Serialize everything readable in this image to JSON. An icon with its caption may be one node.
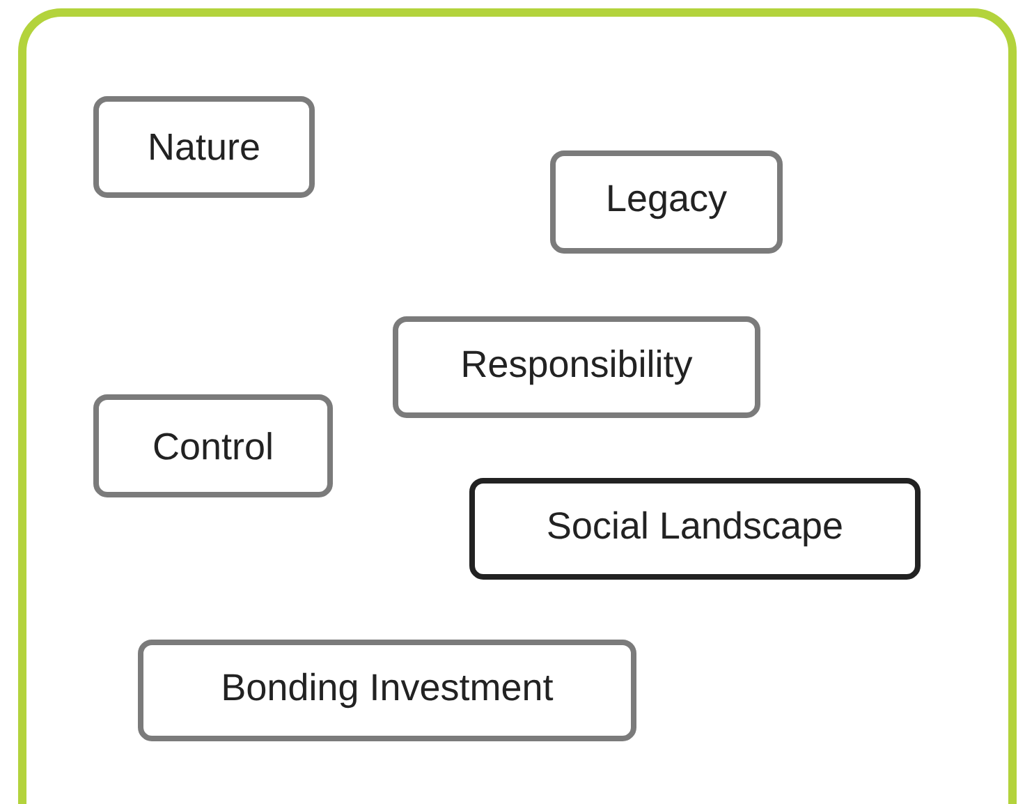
{
  "diagram": {
    "nodes": [
      {
        "text": [
          "Nature"
        ]
      },
      {
        "text": [
          "Legacy"
        ]
      },
      {
        "text": [
          "Responsibility"
        ]
      },
      {
        "text": [
          "Control"
        ]
      },
      {
        "text": [
          "Social Landscape"
        ]
      },
      {
        "text": [
          "Bonding Investment"
        ]
      }
    ]
  }
}
